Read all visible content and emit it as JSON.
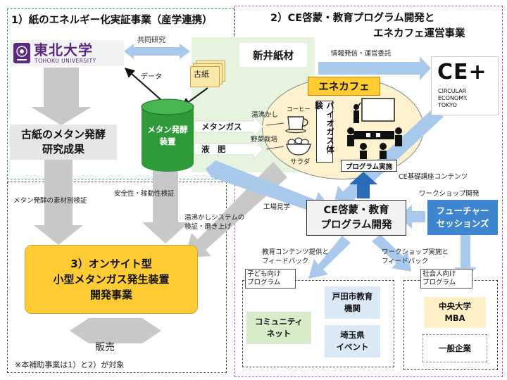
{
  "section1": {
    "title": "1）紙のエネルギー化実証事業（産学連携）",
    "tohoku_name": "東北大学",
    "tohoku_sub": "TOHOKU UNIVERSITY",
    "joint_research": "共同研究",
    "data_label": "データ",
    "used_paper": "古紙",
    "reactor_label_1": "メタン発酵",
    "reactor_label_2": "装置",
    "methane_gas": "メタンガス",
    "liquid_fertilizer": "液　肥",
    "results_1": "古紙のメタン発酵",
    "results_2": "研究成果",
    "material_verification": "メタン発酵の素材別検証",
    "safety_check": "安全性・稼動性検証"
  },
  "section2": {
    "title_1": "2）CE啓蒙・教育プログラム開発と",
    "title_2": "エネカフェ運営事業",
    "arai": "新井紙材",
    "info_outsourcing": "情報発信・運営委託",
    "enecafe": "エネカフェ",
    "boiling": "湯沸かし",
    "coffee": "コーヒー",
    "veg": "野菜栽培",
    "salad": "サラダ",
    "biogas_exp": "バイオガス体験",
    "program_impl": "プログラム実施",
    "ce_logo_text": "CE+",
    "ce_logo_l1": "CIRCULAR",
    "ce_logo_l2": "ECONOMY.",
    "ce_logo_l3": "TOKYO",
    "ce_basic": "CE基礎講座コンテンツ",
    "workshop_dev": "ワークショップ開発",
    "factory_tour": "工場見学",
    "ce_program_1": "CE啓蒙・教育",
    "ce_program_2": "プログラム開発",
    "future_1": "フューチャー",
    "future_2": "セッションズ",
    "kettle_system_1": "湯沸かしシステムの",
    "kettle_system_2": "検証・磨き上げ",
    "edu_content_1": "教育コンテンツ提供と",
    "edu_content_2": "フィードバック",
    "workshop_impl_1": "ワークショップ実施と",
    "workshop_impl_2": "フィードバック",
    "kids_1": "子ども向け",
    "kids_2": "プログラム",
    "adults_1": "社会人向け",
    "adults_2": "プログラム",
    "toda_1": "戸田市教育",
    "toda_2": "機関",
    "saitama_1": "埼玉県",
    "saitama_2": "イベント",
    "community_1": "コミュニティ",
    "community_2": "ネット",
    "chuo_1": "中央大学",
    "chuo_2": "MBA",
    "general_company": "一般企業"
  },
  "section3": {
    "title_1": "3）オンサイト型",
    "title_2": "小型メタンガス発生装置",
    "title_3": "開発事業",
    "sales": "販売",
    "note": "※本補助事業は1）と2）が対象"
  },
  "colors": {
    "green_border": "#3aa56a",
    "magenta_border": "#c64fc6",
    "reactor_green": "#2f9a3a",
    "light_green": "#e6f3df",
    "light_blue": "#dbe9f6",
    "blue_arrow": "#a9c9ec",
    "future_blue": "#3f86d1",
    "yellow": "#ffcc33",
    "cafe_bg": "#fdf2cd",
    "community_green": "#d6ecc9",
    "chuo_yellow": "#fdf0c4",
    "dark_blue_arrow": "#2b6ab5",
    "gray_arrow": "#c8c8c8"
  }
}
